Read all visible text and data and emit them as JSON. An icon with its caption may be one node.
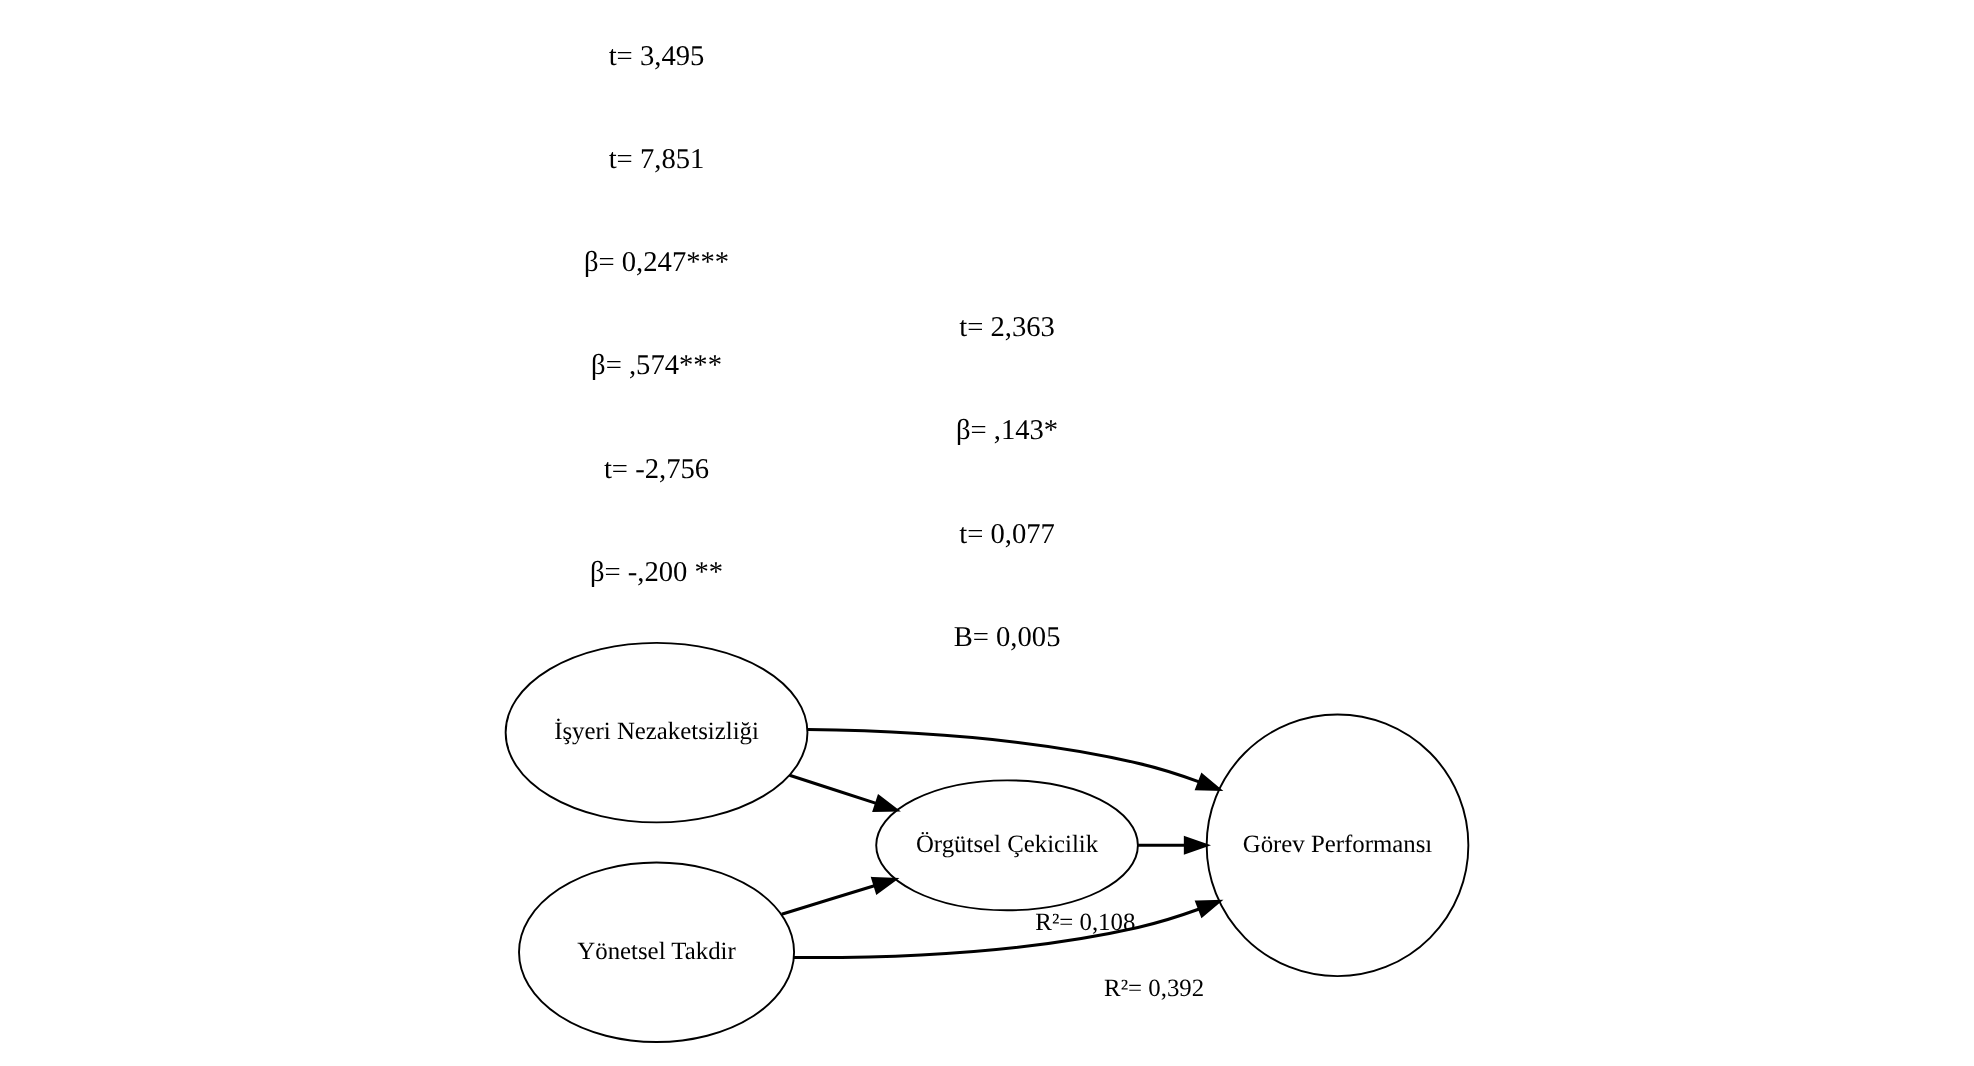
{
  "diagram": {
    "nodes": [
      {
        "text": [
          "İşyeri Nezaketsizliği"
        ]
      },
      {
        "text": [
          "Örgütsel Çekicilik"
        ],
        "beside": [
          "R²= 0,108"
        ]
      },
      {
        "text": [
          "Görev Performansı"
        ],
        "beside": [
          "R²= 0,392"
        ]
      },
      {
        "text": [
          "Yönetsel Takdir"
        ]
      }
    ],
    "edges": [
      {
        "from": 0,
        "to": 2,
        "arrow": "to"
      },
      {
        "from": 0,
        "to": 1,
        "arrow": "to"
      },
      {
        "from": 1,
        "to": 2,
        "arrow": "to"
      },
      {
        "from": 3,
        "to": 1,
        "arrow": "to"
      },
      {
        "from": 3,
        "to": 2,
        "arrow": "to"
      }
    ],
    "labels": [
      "B= 0,005",
      "t= 0,077",
      "β= -,200 **",
      "t= -2,756",
      "β= ,574***",
      "β= 0,247***",
      "t= 7,851",
      "t= 3,495",
      "β= ,143*",
      "t= 2,363"
    ]
  }
}
